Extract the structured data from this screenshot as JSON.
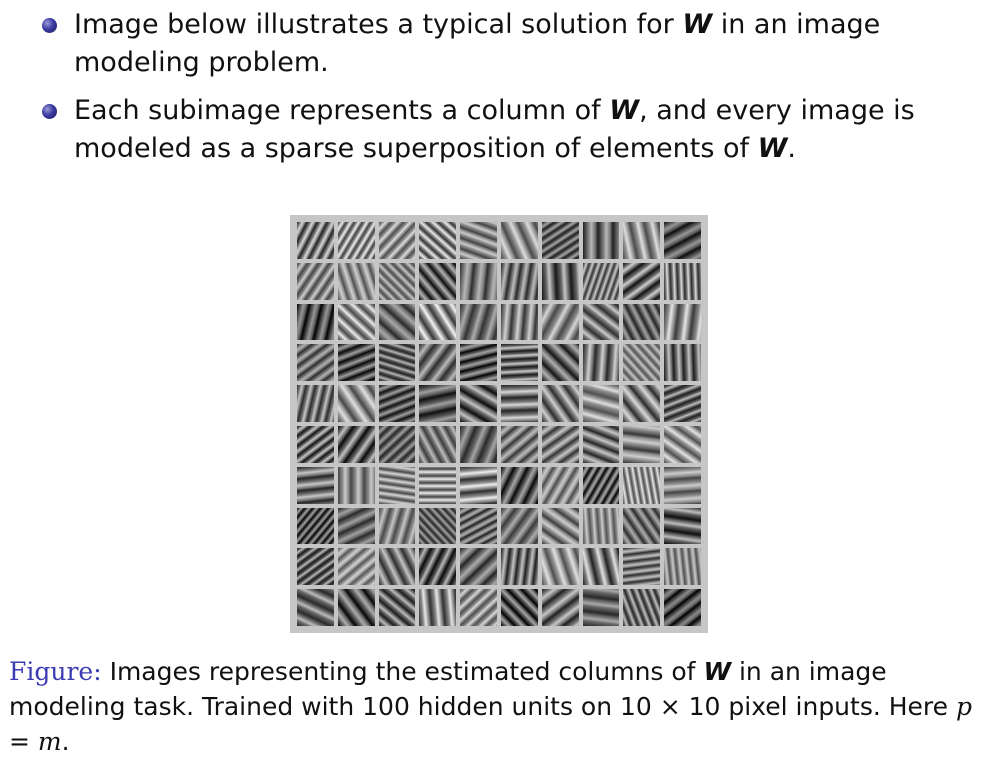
{
  "bullets": [
    {
      "before": "Image below illustrates a typical solution for ",
      "w": "W",
      "after": " in an image modeling problem."
    },
    {
      "before": "Each subimage represents a column of ",
      "w": "W",
      "middle": ", and every image is modeled as a sparse superposition of elements of ",
      "w2": "W",
      "after": "."
    }
  ],
  "figure": {
    "rows": 10,
    "cols": 10
  },
  "caption": {
    "label": "Figure:",
    "text1": " Images representing the estimated columns of ",
    "w": "W",
    "text2": " in an image modeling task. Trained with 100 hidden units on 10 × 10 pixel inputs. Here ",
    "p": "p",
    "eq": " = ",
    "m": "m",
    "end": "."
  }
}
